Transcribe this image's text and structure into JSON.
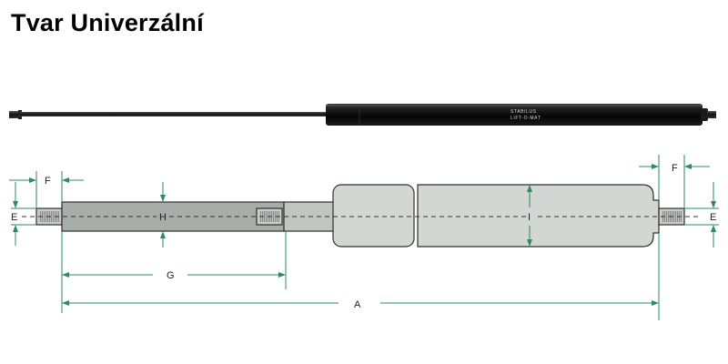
{
  "title": "Tvar Univerzální",
  "product": {
    "brand_line1": "STABILUS",
    "brand_line2": "LIFT-O-MAT"
  },
  "dimensions": {
    "A": "A",
    "E_left": "E",
    "E_right": "E",
    "F_left": "F",
    "F_right": "F",
    "G": "G",
    "H": "H",
    "I": "I"
  },
  "colors": {
    "body_fill": "#d3d7d4",
    "rod_fill": "#c0c5c2",
    "rod_zone_fill": "#a7aeaa",
    "outline": "#2e2e2e",
    "accent_green": "#2f8a5c",
    "centerline": "#333333",
    "photo_dark": "#111111"
  }
}
